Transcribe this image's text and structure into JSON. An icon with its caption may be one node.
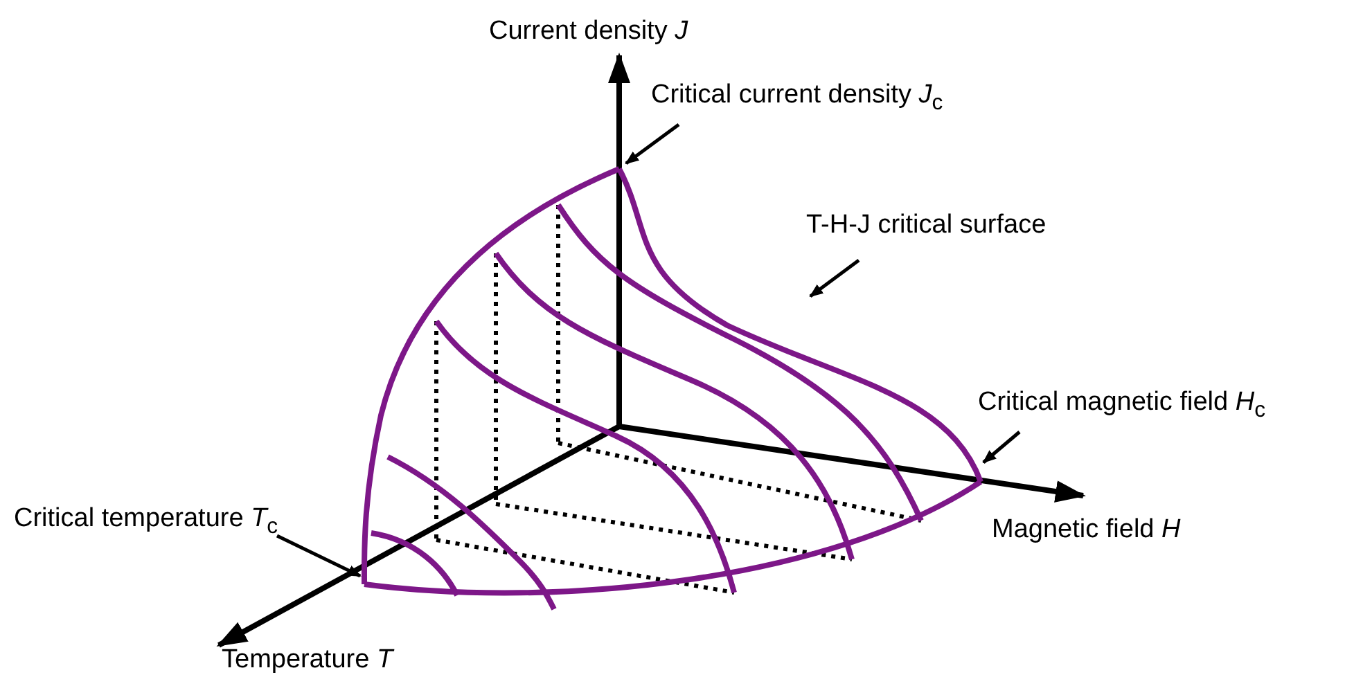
{
  "diagram": {
    "nodes": [
      {
        "text": [
          "Critical current density *J*$_{c}$"
        ]
      },
      {
        "text": [
          "T-H-J critical surface"
        ]
      },
      {
        "text": [
          "Critical magnetic field *H*$_{c}$"
        ]
      },
      {
        "text": [
          "Critical temperature *T*$_{c}$"
        ]
      }
    ],
    "edges": [
      {
        "from": 0,
        "to": null,
        "arrow": "to"
      },
      {
        "from": 1,
        "to": null,
        "arrow": "to"
      },
      {
        "from": 2,
        "to": null,
        "arrow": "to"
      },
      {
        "from": 3,
        "to": null,
        "arrow": "to"
      }
    ],
    "labels": [
      "Current density *J*",
      "Magnetic field *H*",
      "Temperature *T*"
    ]
  }
}
